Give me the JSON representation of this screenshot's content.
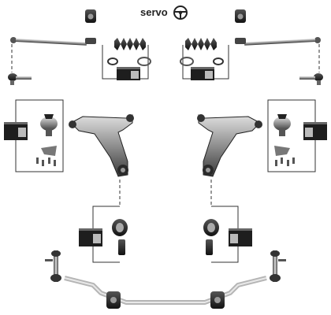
{
  "header": {
    "label": "servo",
    "icon": "steering-wheel-icon"
  },
  "parts": [
    {
      "name": "stabilizer-mount-bushing",
      "sides": [
        "left",
        "right"
      ]
    },
    {
      "name": "tie-rod-assembly",
      "sides": [
        "left",
        "right"
      ]
    },
    {
      "name": "outer-tie-rod-end",
      "sides": [
        "left",
        "right"
      ]
    },
    {
      "name": "steering-rack-boot-kit",
      "sides": [
        "left",
        "right"
      ]
    },
    {
      "name": "ball-joint-kit",
      "sides": [
        "left",
        "right"
      ]
    },
    {
      "name": "control-arm",
      "sides": [
        "left",
        "right"
      ]
    },
    {
      "name": "control-arm-bushing-kit",
      "sides": [
        "left",
        "right"
      ]
    },
    {
      "name": "stabilizer-link",
      "sides": [
        "left",
        "right"
      ]
    },
    {
      "name": "stabilizer-bar",
      "sides": [
        "center"
      ]
    }
  ],
  "colors": {
    "part_dark": "#2b2b2b",
    "part_mid": "#8a8a8a",
    "part_light": "#c9c9c9",
    "line": "#333333"
  }
}
